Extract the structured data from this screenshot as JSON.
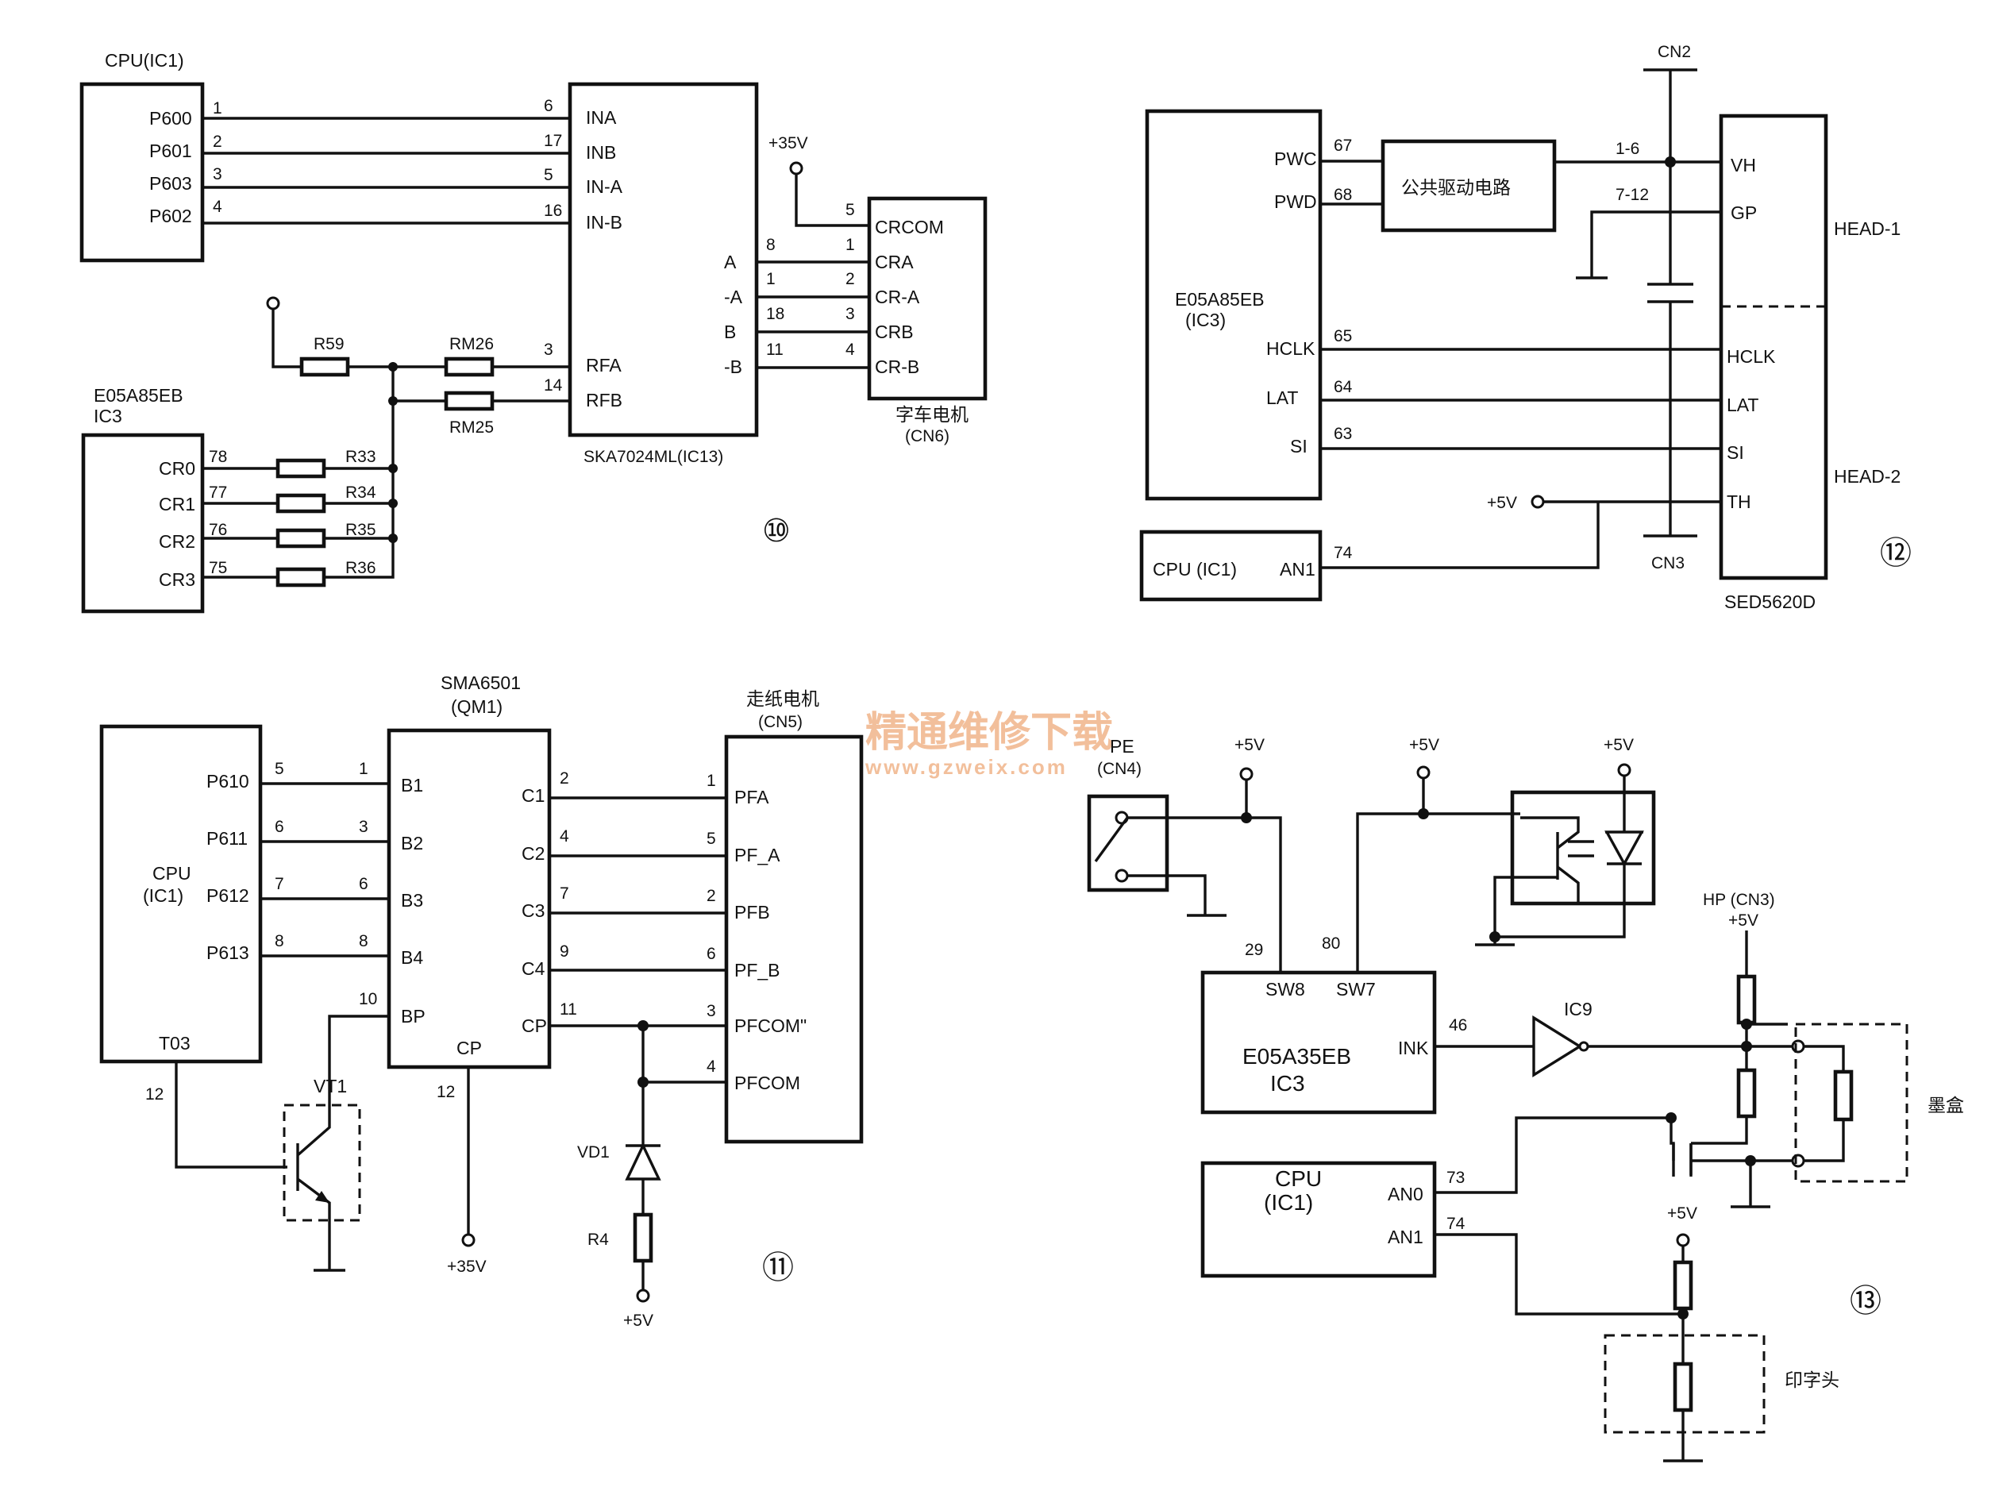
{
  "watermark": {
    "line1": "精通维修下载",
    "line2": "www.gzweix.com"
  },
  "d10": {
    "no": "⑩",
    "cpu_title": "CPU(IC1)",
    "cpu_pins": [
      {
        "name": "P600",
        "num": "1"
      },
      {
        "name": "P601",
        "num": "2"
      },
      {
        "name": "P603",
        "num": "3"
      },
      {
        "name": "P602",
        "num": "4"
      }
    ],
    "ic3_title_1": "E05A85EB",
    "ic3_title_2": "IC3",
    "ic3_pins": [
      {
        "name": "CR0",
        "num": "78",
        "res": "R33"
      },
      {
        "name": "CR1",
        "num": "77",
        "res": "R34"
      },
      {
        "name": "CR2",
        "num": "76",
        "res": "R35"
      },
      {
        "name": "CR3",
        "num": "75",
        "res": "R36"
      }
    ],
    "drv_in": [
      {
        "num": "6",
        "name": "INA"
      },
      {
        "num": "17",
        "name": "INB"
      },
      {
        "num": "5",
        "name": "IN-A"
      },
      {
        "num": "16",
        "name": "IN-B"
      }
    ],
    "drv_rf": [
      {
        "num": "3",
        "name": "RFA"
      },
      {
        "num": "14",
        "name": "RFB"
      }
    ],
    "drv_out": [
      {
        "name": "A",
        "num": "8",
        "mnum": "1",
        "mname": "CRA"
      },
      {
        "name": "-A",
        "num": "1",
        "mnum": "2",
        "mname": "CR-A"
      },
      {
        "name": "B",
        "num": "18",
        "mnum": "3",
        "mname": "CRB"
      },
      {
        "name": "-B",
        "num": "11",
        "mnum": "4",
        "mname": "CR-B"
      }
    ],
    "drv_label": "SKA7024ML(IC13)",
    "r59": "R59",
    "rm26": "RM26",
    "rm25": "RM25",
    "v35": "+35V",
    "motor_com_num": "5",
    "motor_com": "CRCOM",
    "motor_title": "字车电机",
    "motor_sub": "(CN6)"
  },
  "d12": {
    "no": "⑫",
    "ic_title_1": "E05A85EB",
    "ic_title_2": "(IC3)",
    "ic_pins": [
      {
        "name": "PWC",
        "num": "67"
      },
      {
        "name": "PWD",
        "num": "68"
      },
      {
        "name": "HCLK",
        "num": "65"
      },
      {
        "name": "LAT",
        "num": "64"
      },
      {
        "name": "SI",
        "num": "63"
      }
    ],
    "drv_box": "公共驱动电路",
    "cn2": "CN2",
    "cn3": "CN3",
    "r16": "1-6",
    "r712": "7-12",
    "head_pins": [
      "VH",
      "GP",
      "HCLK",
      "LAT",
      "SI",
      "TH"
    ],
    "head1": "HEAD-1",
    "head2": "HEAD-2",
    "head_chip": "SED5620D",
    "v5": "+5V",
    "cpu": "CPU (IC1)",
    "an1": "AN1",
    "an1_num": "74"
  },
  "d11": {
    "no": "⑪",
    "cpu": "CPU",
    "cpu_sub": "(IC1)",
    "cpu_pins": [
      {
        "name": "P610",
        "num": "5",
        "bnum": "1",
        "bname": "B1"
      },
      {
        "name": "P611",
        "num": "6",
        "bnum": "3",
        "bname": "B2"
      },
      {
        "name": "P612",
        "num": "7",
        "bnum": "6",
        "bname": "B3"
      },
      {
        "name": "P613",
        "num": "8",
        "bnum": "8",
        "bname": "B4"
      }
    ],
    "t03": "T03",
    "t03_num": "12",
    "qm_title_1": "SMA6501",
    "qm_title_2": "(QM1)",
    "bp": "BP",
    "bp_num": "10",
    "cp_b": "CP",
    "cp_num": "12",
    "v35": "+35V",
    "vt1": "VT1",
    "outs": [
      {
        "name": "C1",
        "num": "2",
        "mnum": "1",
        "mname": "PFA"
      },
      {
        "name": "C2",
        "num": "4",
        "mnum": "5",
        "mname": "PF_A"
      },
      {
        "name": "C3",
        "num": "7",
        "mnum": "2",
        "mname": "PFB"
      },
      {
        "name": "C4",
        "num": "9",
        "mnum": "6",
        "mname": "PF_B"
      },
      {
        "name": "CP",
        "num": "11",
        "mnum": "3",
        "mname": "PFCOM\""
      }
    ],
    "pfcom_num": "4",
    "pfcom": "PFCOM",
    "motor_title": "走纸电机",
    "motor_sub": "(CN5)",
    "vd1": "VD1",
    "r4": "R4",
    "v5": "+5V"
  },
  "d13": {
    "no": "⑬",
    "pe": "PE",
    "pe_sub": "(CN4)",
    "v5": "+5V",
    "ic_line1": "E05A35EB",
    "ic_line2": "IC3",
    "sw8": "SW8",
    "sw7": "SW7",
    "sw8_num": "29",
    "sw7_num": "80",
    "ink": "INK",
    "ink_num": "46",
    "ic9": "IC9",
    "hp": "HP (CN3)",
    "mohe": "墨盒",
    "cpu_line1": "CPU",
    "cpu_line2": "(IC1)",
    "an0": "AN0",
    "an0_num": "73",
    "an1": "AN1",
    "an1_num": "74",
    "head": "印字头"
  }
}
